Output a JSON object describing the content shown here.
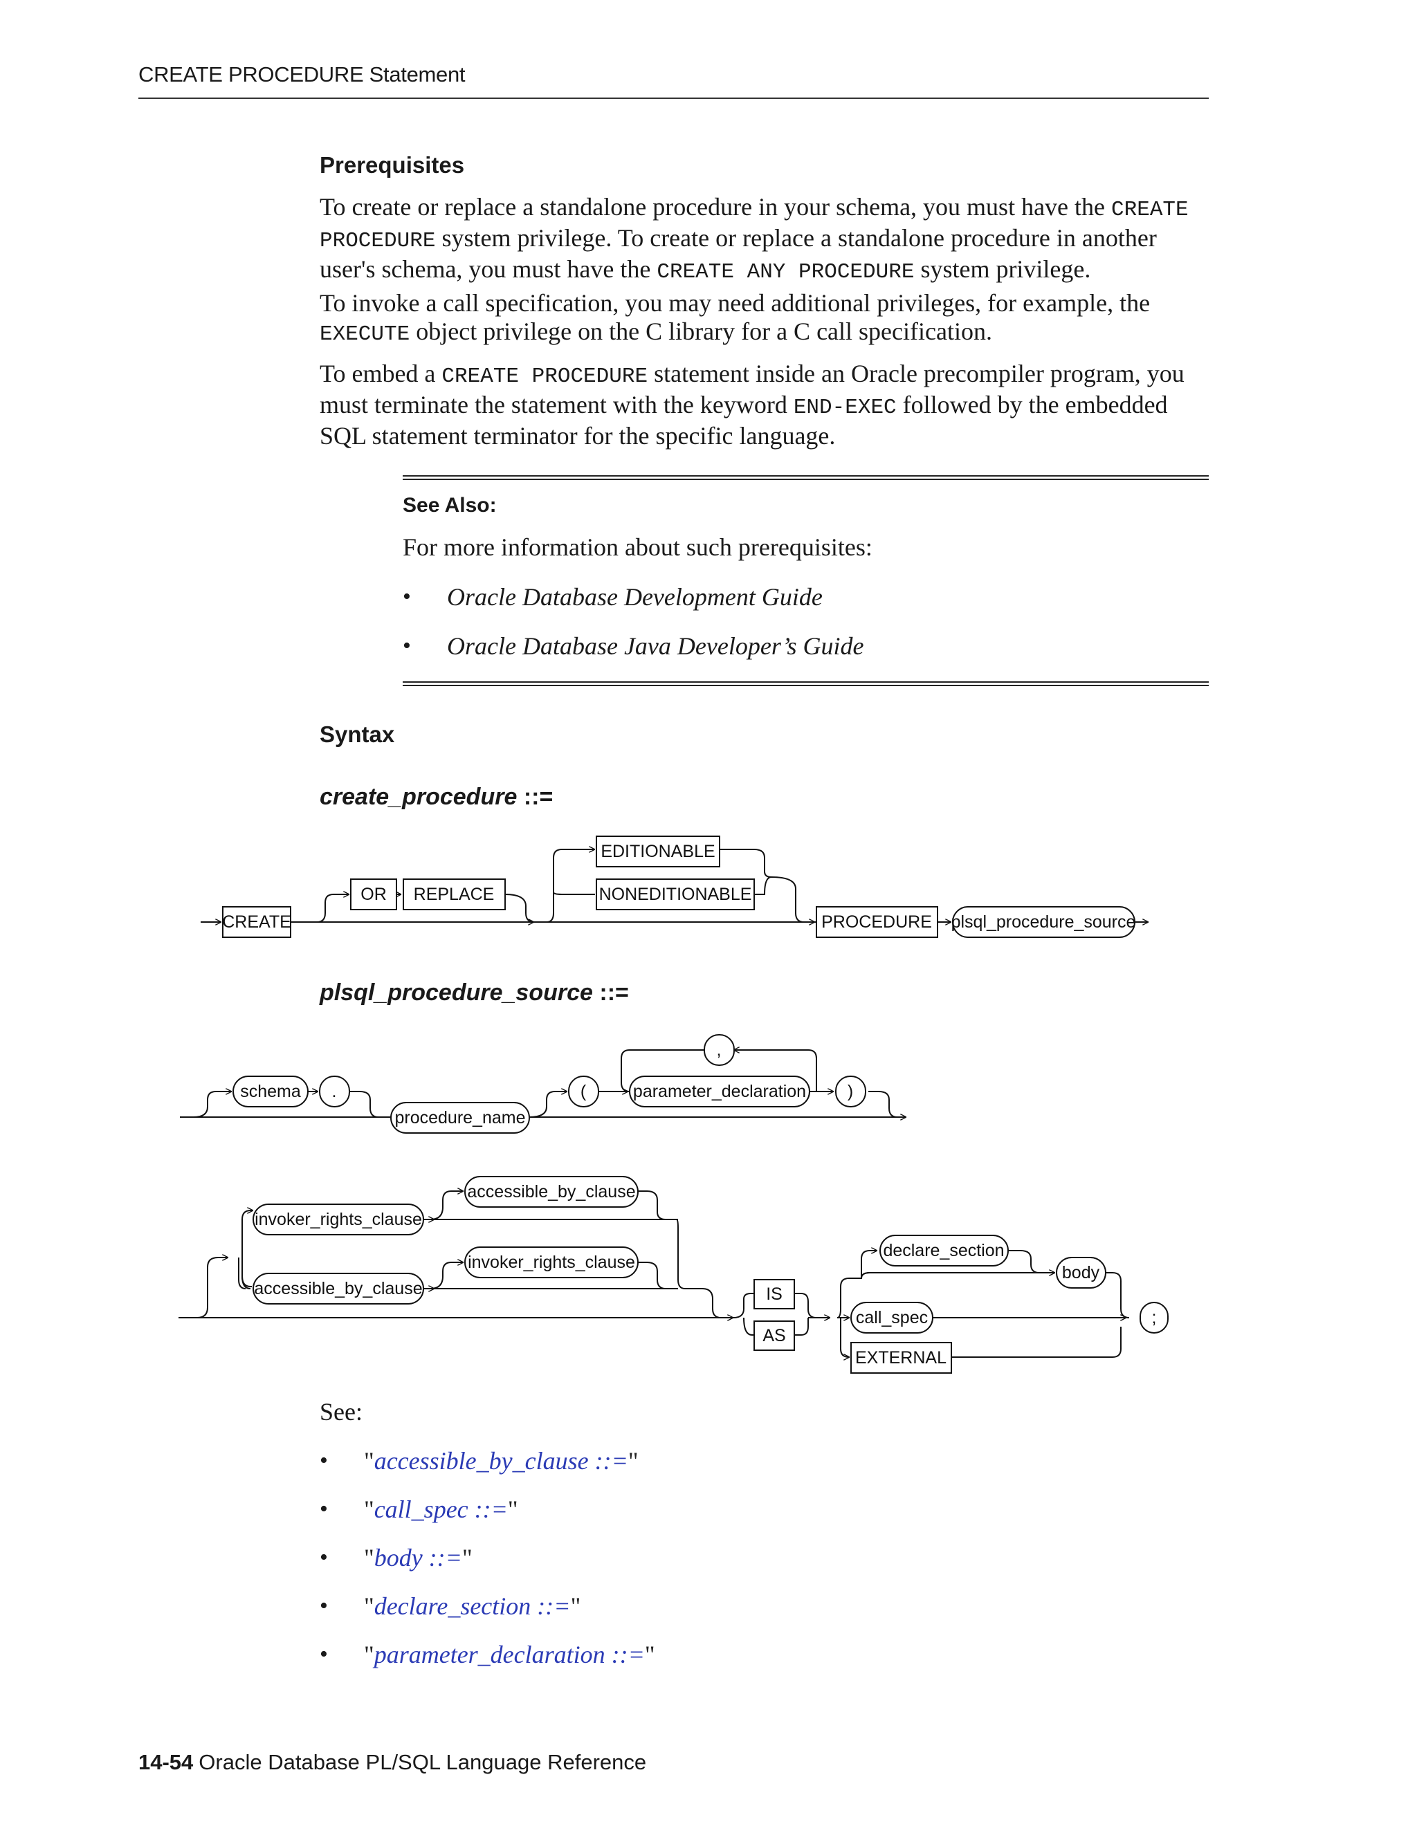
{
  "header": {
    "title": "CREATE PROCEDURE Statement"
  },
  "prerequisites": {
    "heading": "Prerequisites",
    "p1": [
      {
        "t": "To create or replace a standalone procedure in your schema, you must have the "
      },
      {
        "t": "CREATE PROCEDURE",
        "code": true
      },
      {
        "t": " system privilege. To create or replace a standalone procedure in another user's schema, you must have the "
      },
      {
        "t": "CREATE ANY PROCEDURE",
        "code": true
      },
      {
        "t": " system privilege."
      }
    ],
    "p2": [
      {
        "t": "To invoke a call specification, you may need additional privileges, for example, the "
      },
      {
        "t": "EXECUTE",
        "code": true
      },
      {
        "t": " object privilege on the C library for a C call specification."
      }
    ],
    "p3": [
      {
        "t": "To embed a "
      },
      {
        "t": "CREATE PROCEDURE",
        "code": true
      },
      {
        "t": " statement inside an Oracle precompiler program, you must terminate the statement with the keyword "
      },
      {
        "t": "END-EXEC",
        "code": true
      },
      {
        "t": " followed by the embedded SQL statement terminator for the specific language."
      }
    ]
  },
  "see_also": {
    "label": "See Also:",
    "text": "For more information about such prerequisites:",
    "items": [
      "Oracle Database Development Guide",
      "Oracle Database Java Developer’s Guide"
    ]
  },
  "syntax": {
    "heading": "Syntax",
    "create_procedure": {
      "name": "create_procedure",
      "suffix": " ::=",
      "keywords": {
        "create": "CREATE",
        "or": "OR",
        "replace": "REPLACE",
        "editionable": "EDITIONABLE",
        "noneditionable": "NONEDITIONABLE",
        "procedure": "PROCEDURE"
      },
      "nonterminals": {
        "source": "plsql_procedure_source"
      }
    },
    "plsql_procedure_source": {
      "name": "plsql_procedure_source",
      "suffix": " ::=",
      "row1": {
        "schema": "schema",
        "dot": ".",
        "procedure_name": "procedure_name",
        "lparen": "(",
        "comma": ",",
        "parameter_declaration": "parameter_declaration",
        "rparen": ")"
      },
      "row2": {
        "invoker_rights_clause": "invoker_rights_clause",
        "accessible_by_clause": "accessible_by_clause",
        "is": "IS",
        "as": "AS",
        "declare_section": "declare_section",
        "body": "body",
        "call_spec": "call_spec",
        "external": "EXTERNAL",
        "semicolon": ";"
      }
    }
  },
  "see": {
    "label": "See:",
    "links": [
      {
        "name": "accessible_by_clause ::="
      },
      {
        "name": "call_spec ::="
      },
      {
        "name": "body ::="
      },
      {
        "name": "declare_section ::="
      },
      {
        "name": "parameter_declaration ::="
      }
    ]
  },
  "footer": {
    "page_number": "14-54",
    "book_title": "Oracle Database PL/SQL Language Reference"
  },
  "glyphs": {
    "bullet": "•",
    "quote": "\""
  }
}
